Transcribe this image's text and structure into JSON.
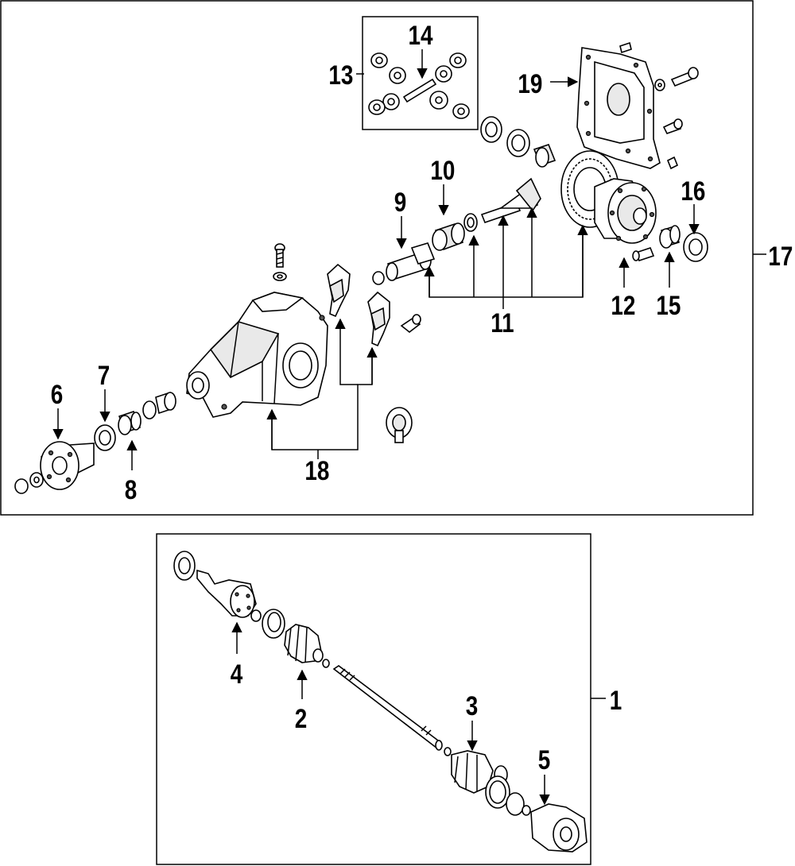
{
  "diagram": {
    "callouts": {
      "n1": "1",
      "n2": "2",
      "n3": "3",
      "n4": "4",
      "n5": "5",
      "n6": "6",
      "n7": "7",
      "n8": "8",
      "n9": "9",
      "n10": "10",
      "n11": "11",
      "n12": "12",
      "n13": "13",
      "n14": "14",
      "n15": "15",
      "n16": "16",
      "n17": "17",
      "n18": "18",
      "n19": "19"
    }
  }
}
